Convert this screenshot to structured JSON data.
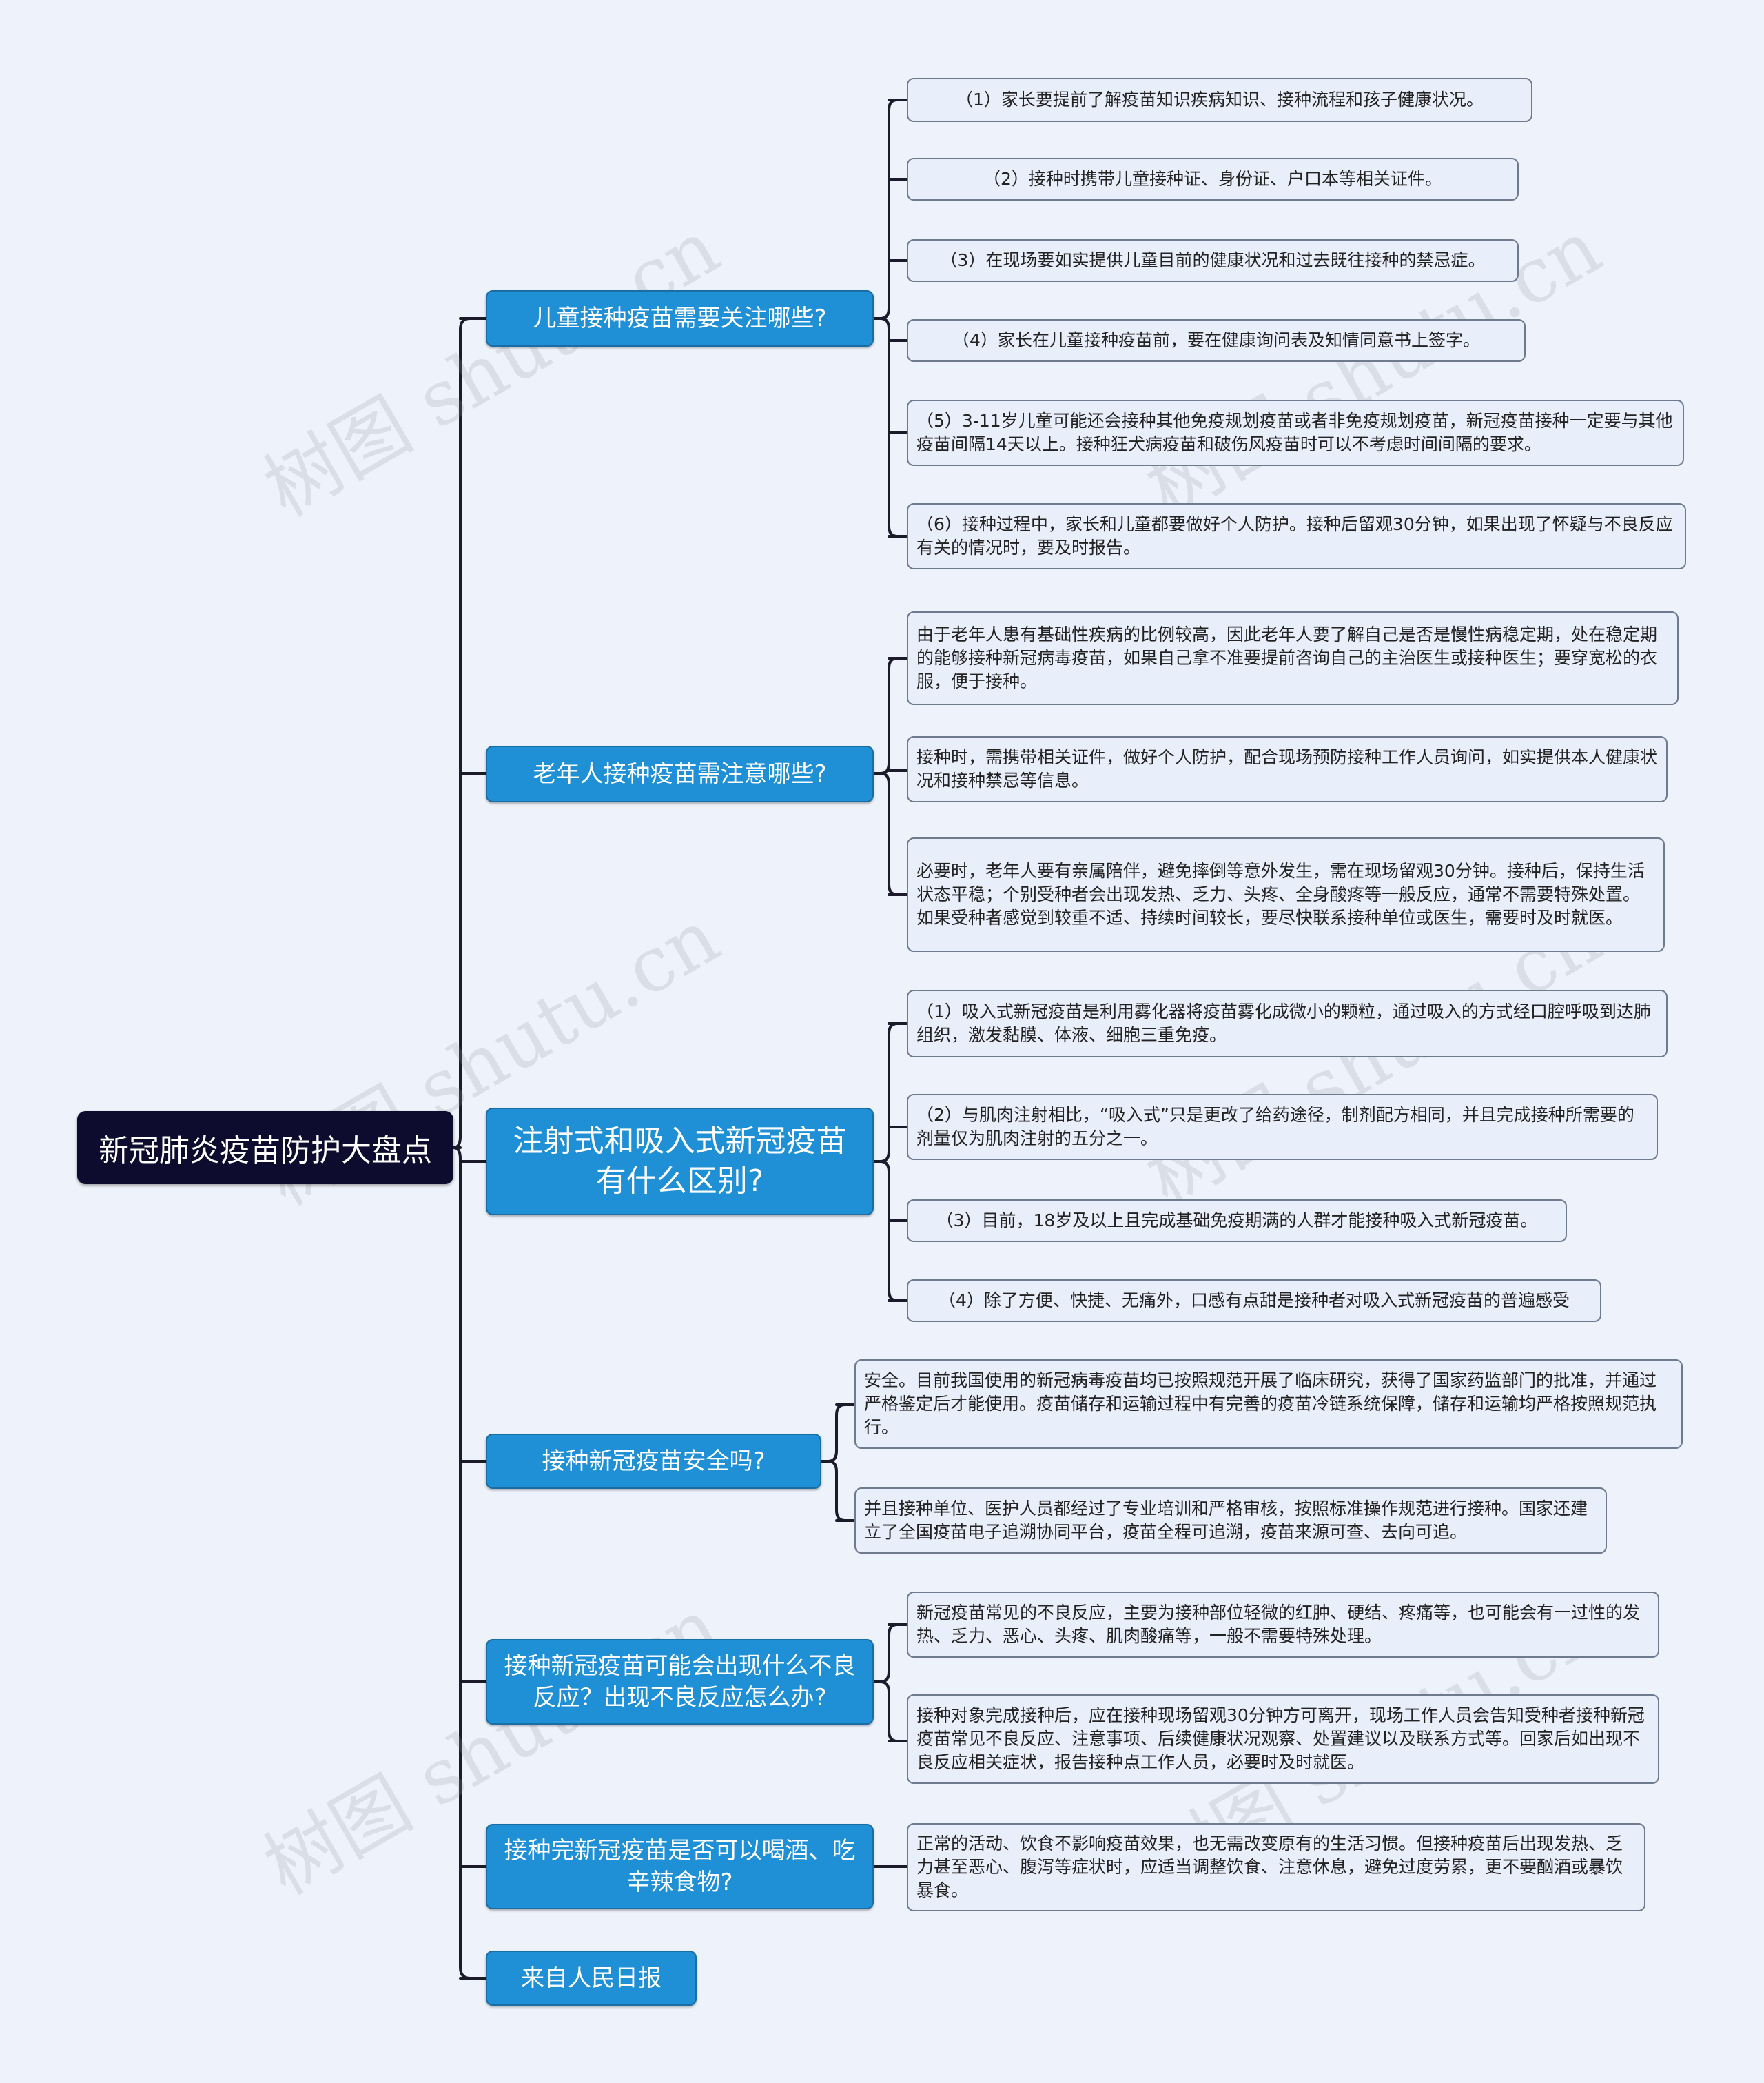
{
  "root": {
    "title": "新冠肺炎疫苗防护大盘点"
  },
  "watermark": "树图 shutu.cn",
  "branches": [
    {
      "label": "儿童接种疫苗需要关注哪些?",
      "leaves": [
        "（1）家长要提前了解疫苗知识疾病知识、接种流程和孩子健康状况。",
        "（2）接种时携带儿童接种证、身份证、户口本等相关证件。",
        "（3）在现场要如实提供儿童目前的健康状况和过去既往接种的禁忌症。",
        "（4）家长在儿童接种疫苗前，要在健康询问表及知情同意书上签字。",
        "（5）3-11岁儿童可能还会接种其他免疫规划疫苗或者非免疫规划疫苗，新冠疫苗接种一定要与其他疫苗间隔14天以上。接种狂犬病疫苗和破伤风疫苗时可以不考虑时间间隔的要求。",
        "（6）接种过程中，家长和儿童都要做好个人防护。接种后留观30分钟，如果出现了怀疑与不良反应有关的情况时，要及时报告。"
      ]
    },
    {
      "label": "老年人接种疫苗需注意哪些?",
      "leaves": [
        "由于老年人患有基础性疾病的比例较高，因此老年人要了解自己是否是慢性病稳定期，处在稳定期的能够接种新冠病毒疫苗，如果自己拿不准要提前咨询自己的主治医生或接种医生；要穿宽松的衣服，便于接种。",
        "接种时，需携带相关证件，做好个人防护，配合现场预防接种工作人员询问，如实提供本人健康状况和接种禁忌等信息。",
        "必要时，老年人要有亲属陪伴，避免摔倒等意外发生，需在现场留观30分钟。接种后，保持生活状态平稳；个别受种者会出现发热、乏力、头疼、全身酸疼等一般反应，通常不需要特殊处置。如果受种者感觉到较重不适、持续时间较长，要尽快联系接种单位或医生，需要时及时就医。"
      ]
    },
    {
      "label": "注射式和吸入式新冠疫苗有什么区别?",
      "leaves": [
        "（1）吸入式新冠疫苗是利用雾化器将疫苗雾化成微小的颗粒，通过吸入的方式经口腔呼吸到达肺组织，激发黏膜、体液、细胞三重免疫。",
        "（2）与肌肉注射相比，“吸入式”只是更改了给药途径，制剂配方相同，并且完成接种所需要的剂量仅为肌肉注射的五分之一。",
        "（3）目前，18岁及以上且完成基础免疫期满的人群才能接种吸入式新冠疫苗。",
        "（4）除了方便、快捷、无痛外，口感有点甜是接种者对吸入式新冠疫苗的普遍感受"
      ]
    },
    {
      "label": "接种新冠疫苗安全吗?",
      "leaves": [
        "安全。目前我国使用的新冠病毒疫苗均已按照规范开展了临床研究，获得了国家药监部门的批准，并通过严格鉴定后才能使用。疫苗储存和运输过程中有完善的疫苗冷链系统保障，储存和运输均严格按照规范执行。",
        "并且接种单位、医护人员都经过了专业培训和严格审核，按照标准操作规范进行接种。国家还建立了全国疫苗电子追溯协同平台，疫苗全程可追溯，疫苗来源可查、去向可追。"
      ]
    },
    {
      "label": "接种新冠疫苗可能会出现什么不良反应？出现不良反应怎么办?",
      "leaves": [
        "新冠疫苗常见的不良反应，主要为接种部位轻微的红肿、硬结、疼痛等，也可能会有一过性的发热、乏力、恶心、头疼、肌肉酸痛等，一般不需要特殊处理。",
        "接种对象完成接种后，应在接种现场留观30分钟方可离开，现场工作人员会告知受种者接种新冠疫苗常见不良反应、注意事项、后续健康状况观察、处置建议以及联系方式等。回家后如出现不良反应相关症状，报告接种点工作人员，必要时及时就医。"
      ]
    },
    {
      "label": "接种完新冠疫苗是否可以喝酒、吃辛辣食物?",
      "leaves": [
        "正常的活动、饮食不影响疫苗效果，也无需改变原有的生活习惯。但接种疫苗后出现发热、乏力甚至恶心、腹泻等症状时，应适当调整饮食、注意休息，避免过度劳累，更不要酗酒或暴饮暴食。"
      ]
    },
    {
      "label": "来自人民日报",
      "leaves": []
    }
  ]
}
